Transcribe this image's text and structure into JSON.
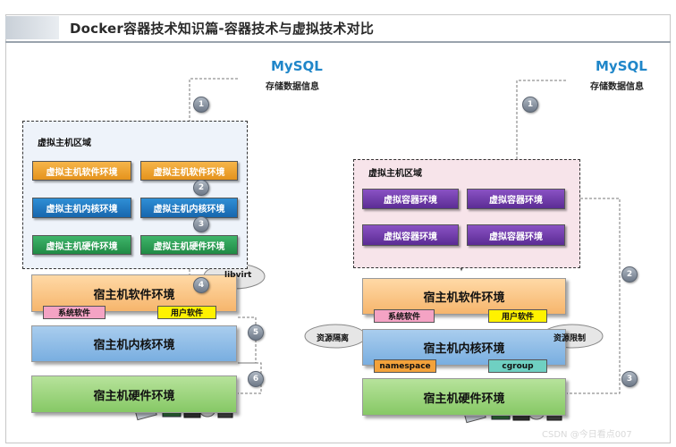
{
  "title": "Docker容器技术知识篇-容器技术与虚拟技术对比",
  "left": {
    "mysql": "MySQL",
    "mysql_sub": "存储数据信息",
    "zone_label": "虚拟主机区域",
    "vm_boxes": [
      {
        "label": "虚拟主机软件环境",
        "color": "orange"
      },
      {
        "label": "虚拟主机软件环境",
        "color": "orange"
      },
      {
        "label": "虚拟主机内核环境",
        "color": "blue"
      },
      {
        "label": "虚拟主机内核环境",
        "color": "blue"
      },
      {
        "label": "虚拟主机硬件环境",
        "color": "green"
      },
      {
        "label": "虚拟主机硬件环境",
        "color": "green"
      }
    ],
    "host_software": "宿主机软件环境",
    "host_kernel": "宿主机内核环境",
    "host_hardware": "宿主机硬件环境",
    "tag_system": "系统软件",
    "tag_user": "用户软件",
    "cloud_libvirt": "libvirt",
    "steps": [
      "1",
      "2",
      "3",
      "4",
      "5",
      "6"
    ]
  },
  "right": {
    "mysql": "MySQL",
    "mysql_sub": "存储数据信息",
    "zone_label": "虚拟主机区域",
    "containers": [
      "虚拟容器环境",
      "虚拟容器环境",
      "虚拟容器环境",
      "虚拟容器环境"
    ],
    "host_software": "宿主机软件环境",
    "host_kernel": "宿主机内核环境",
    "host_hardware": "宿主机硬件环境",
    "tag_system": "系统软件",
    "tag_user": "用户软件",
    "tag_namespace": "namespace",
    "tag_cgroup": "cgroup",
    "cloud_isolation": "资源隔离",
    "cloud_limit": "资源限制",
    "steps": [
      "1",
      "2",
      "3"
    ]
  },
  "watermark": "CSDN @今日看点007",
  "colors": {
    "mysql": "#1f86c9",
    "orange": "#e5931c",
    "blue": "#1766ad",
    "green": "#208a45",
    "purple": "#5b2c94",
    "left_zone_bg": "#eef3fa",
    "right_zone_bg": "#f7e4ea"
  }
}
